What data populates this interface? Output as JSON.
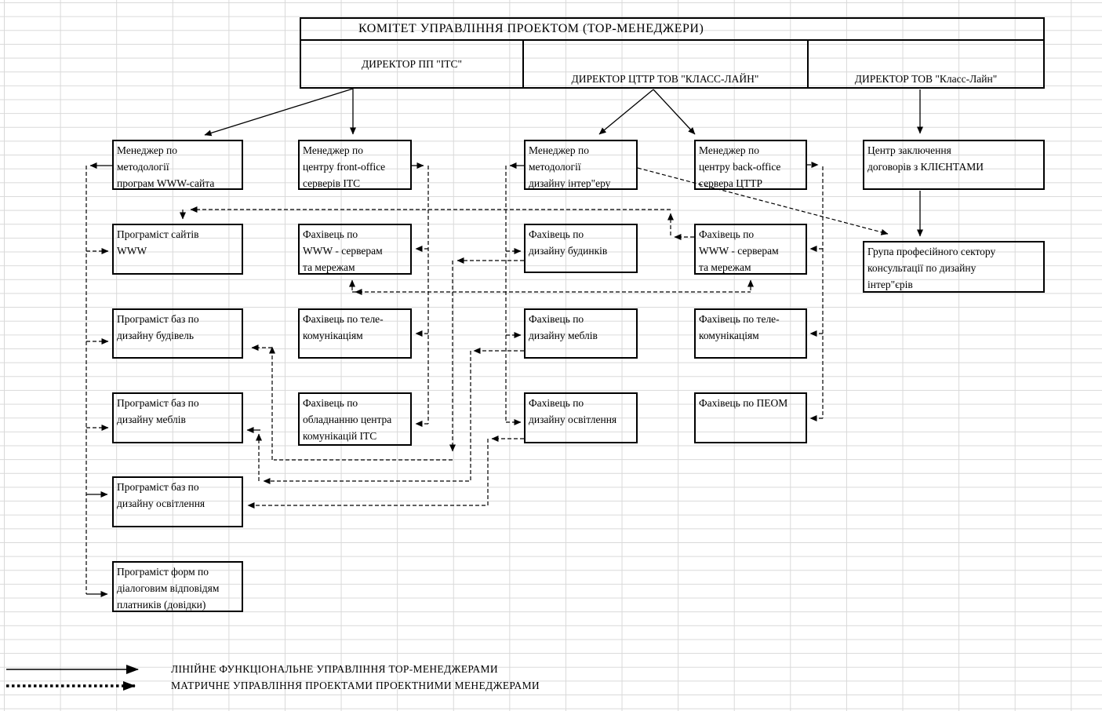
{
  "title": "КОМІТЕТ УПРАВЛІННЯ ПРОЕКТОМ (ТОР-МЕНЕДЖЕРИ)",
  "directors": {
    "d1": "ДИРЕКТОР ПП \"ІТС\"",
    "d2": "ДИРЕКТОР ЦТТР ТОВ \"КЛАСС-ЛАЙН\"",
    "d3": "ДИРЕКТОР ТОВ \"Класс-Лайн\""
  },
  "boxes": {
    "b11": {
      "lines": [
        "Менеджер по",
        "методології",
        "програм WWW-сайта"
      ]
    },
    "b12": {
      "lines": [
        "Програміст сайтів",
        "WWW"
      ]
    },
    "b13": {
      "lines": [
        "Програміст баз по",
        "дизайну будівель"
      ]
    },
    "b14": {
      "lines": [
        "Програміст баз по",
        "дизайну меблів"
      ]
    },
    "b15": {
      "lines": [
        "Програміст баз по",
        "дизайну освітлення"
      ]
    },
    "b16": {
      "lines": [
        "Програміст форм по",
        "діалоговим відповідям",
        "платників (довідки)"
      ]
    },
    "b21": {
      "lines": [
        "Менеджер по",
        "центру front-office",
        "серверів ІТС"
      ]
    },
    "b22": {
      "lines": [
        "Фахівець по",
        "WWW - серверам",
        "та мережам"
      ]
    },
    "b23": {
      "lines": [
        "Фахівець по теле-",
        "комунікаціям"
      ]
    },
    "b24": {
      "lines": [
        "Фахівець по",
        "обладнанню центра",
        "комунікацій ІТС"
      ]
    },
    "b31": {
      "lines": [
        "Менеджер по",
        "методології",
        "дизайну інтер\"еру"
      ]
    },
    "b32": {
      "lines": [
        "Фахівець по",
        "дизайну будинків"
      ]
    },
    "b33": {
      "lines": [
        "Фахівець по",
        "дизайну меблів"
      ]
    },
    "b34": {
      "lines": [
        "Фахівець по",
        "дизайну освітлення"
      ]
    },
    "b41": {
      "lines": [
        "Менеджер по",
        "центру back-office",
        "сервера ЦТТР"
      ]
    },
    "b42": {
      "lines": [
        "Фахівець по",
        "WWW - серверам",
        "та мережам"
      ]
    },
    "b43": {
      "lines": [
        "Фахівець по теле-",
        "комунікаціям"
      ]
    },
    "b44": {
      "lines": [
        "Фахівець по ПЕОМ"
      ]
    },
    "b51": {
      "lines": [
        "Центр заключення",
        "договорів з КЛІЄНТАМИ"
      ]
    },
    "b52": {
      "lines": [
        "Група професійного сектору",
        "консультації по дизайну",
        "інтер\"єрів"
      ]
    }
  },
  "legend": {
    "linear": "ЛІНІЙНЕ ФУНКЦІОНАЛЬНЕ УПРАВЛІННЯ ТОР-МЕНЕДЖЕРАМИ",
    "matrix": "МАТРИЧНЕ УПРАВЛІННЯ ПРОЕКТАМИ ПРОЕКТНИМИ МЕНЕДЖЕРАМИ"
  },
  "colors": {
    "line": "#000000",
    "grid": "#d9d9d9",
    "bg": "#ffffff"
  }
}
